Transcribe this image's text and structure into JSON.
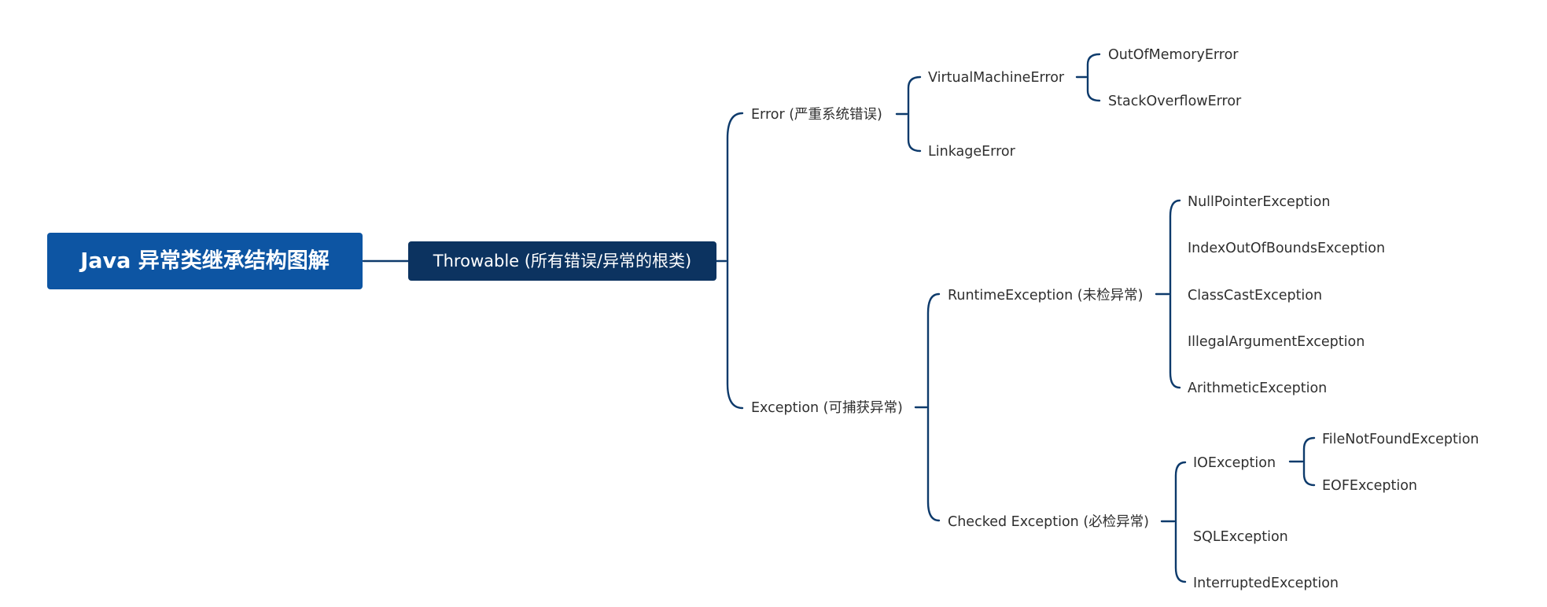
{
  "root": {
    "label": "Java 异常类继承结构图解",
    "child": {
      "label": "Throwable (所有错误/异常的根类)",
      "children": [
        {
          "label": "Error (严重系统错误)",
          "children": [
            {
              "label": "VirtualMachineError",
              "children": [
                {
                  "label": "OutOfMemoryError"
                },
                {
                  "label": "StackOverflowError"
                }
              ]
            },
            {
              "label": "LinkageError"
            }
          ]
        },
        {
          "label": "Exception (可捕获异常)",
          "children": [
            {
              "label": "RuntimeException (未检异常)",
              "children": [
                {
                  "label": "NullPointerException"
                },
                {
                  "label": "IndexOutOfBoundsException"
                },
                {
                  "label": "ClassCastException"
                },
                {
                  "label": "IllegalArgumentException"
                },
                {
                  "label": "ArithmeticException"
                }
              ]
            },
            {
              "label": "Checked Exception (必检异常)",
              "children": [
                {
                  "label": "IOException",
                  "children": [
                    {
                      "label": "FileNotFoundException"
                    },
                    {
                      "label": "EOFException"
                    }
                  ]
                },
                {
                  "label": "SQLException"
                },
                {
                  "label": "InterruptedException"
                }
              ]
            }
          ]
        }
      ]
    }
  },
  "colors": {
    "root_fill": "#0d55a3",
    "throwable_fill": "#0c3360",
    "connector": "#0d3a6b",
    "leaf_text": "#2f2f2f",
    "background": "#ffffff"
  }
}
